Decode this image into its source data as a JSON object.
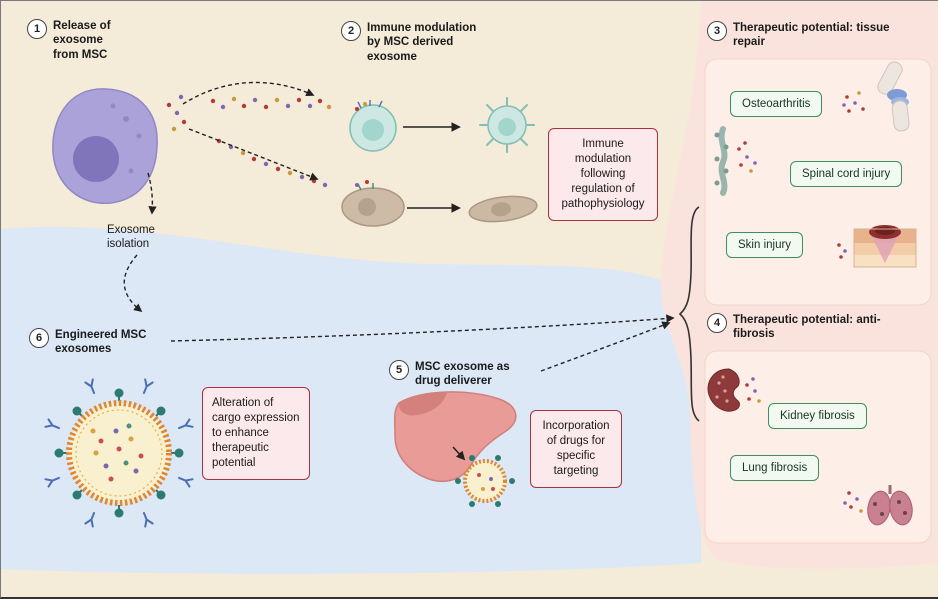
{
  "steps": [
    {
      "num": "1",
      "label": "Release of exosome from MSC"
    },
    {
      "num": "2",
      "label": "Immune modulation by MSC derived exosome"
    },
    {
      "num": "3",
      "label": "Therapeutic potential: tissue repair"
    },
    {
      "num": "4",
      "label": "Therapeutic potential: anti-fibrosis"
    },
    {
      "num": "5",
      "label": "MSC exosome as drug deliverer"
    },
    {
      "num": "6",
      "label": "Engineered MSC exosomes"
    }
  ],
  "labels": {
    "exosome_isolation": "Exosome isolation"
  },
  "callouts": {
    "immune_modulation": "Immune modulation following regulation of pathophysiology",
    "alteration": "Alteration of cargo expression to enhance therapeutic potential",
    "incorporation": "Incorporation of drugs for specific targeting"
  },
  "tissue_repair": {
    "items": [
      "Osteoarthritis",
      "Spinal cord injury",
      "Skin injury"
    ]
  },
  "anti_fibrosis": {
    "items": [
      "Kidney fibrosis",
      "Lung fibrosis"
    ]
  },
  "icons": {
    "msc_cell": "msc-cell-illustration",
    "immune_cell": "immune-cell-illustration",
    "activated_immune_cell": "activated-immune-cell-illustration",
    "stromal_cell": "stromal-cell-illustration",
    "fibroblast": "fibroblast-illustration",
    "engineered_exosome": "engineered-exosome-illustration",
    "drug_carrier_cell": "drug-carrier-cell-illustration",
    "knee_joint": "knee-joint-icon",
    "spine": "spine-icon",
    "skin_injury": "skin-injury-icon",
    "kidney": "kidney-icon",
    "lungs": "lungs-icon"
  },
  "colors": {
    "beige_region": "#f4ebd9",
    "blue_region": "#dce8f6",
    "pink_region": "#fbe3dd",
    "panel_fill": "#fdeee8",
    "green_border": "#3e8e5e",
    "red_border": "#a8323e",
    "red_fill": "#fce9ec",
    "msc_purple": "#aaa2d8",
    "teal_cell": "#cde8e3",
    "exosome_ring": "#e0862f"
  }
}
